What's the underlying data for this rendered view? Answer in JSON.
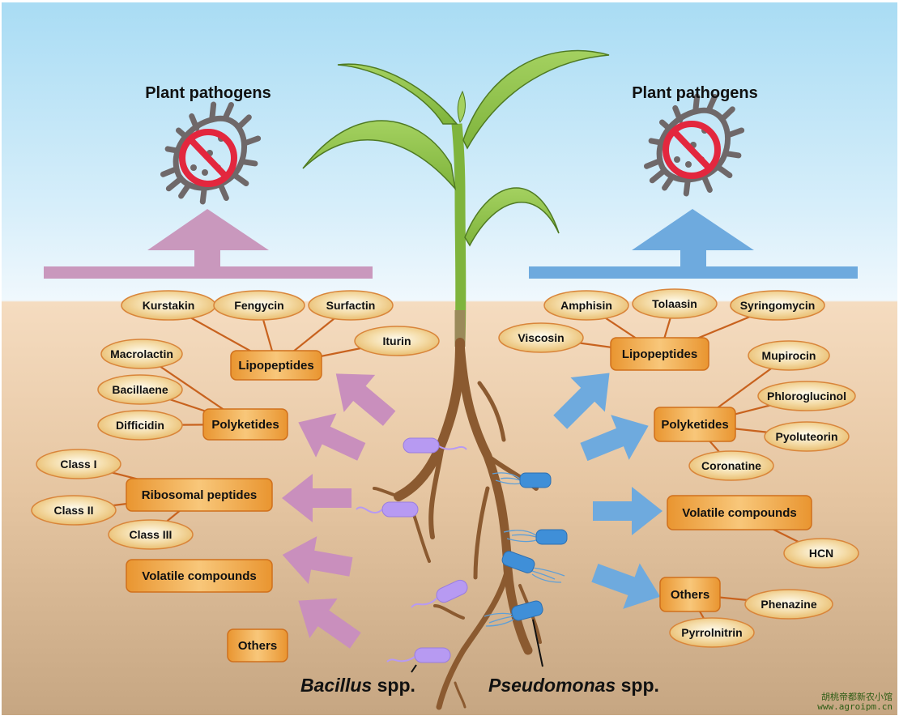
{
  "colors": {
    "bacillus_arrow": "#c98fbd",
    "pseudomonas_arrow": "#6eaade",
    "bacillus_cell": "#b79af2",
    "pseudomonas_cell": "#3f8fd8",
    "category_box": "#f0a040",
    "leaf_ellipse": "#f3d9a0",
    "connector": "#c8621e",
    "pathogen": "#6f6869",
    "prohibit": "#e3273e",
    "root": "#8b5a30",
    "stem": "#8cc04a"
  },
  "left": {
    "title": "Plant pathogens",
    "species_genus": "Bacillus",
    "species_suffix": " spp.",
    "categories": [
      {
        "label": "Lipopeptides",
        "members": [
          "Kurstakin",
          "Fengycin",
          "Surfactin",
          "Iturin"
        ]
      },
      {
        "label": "Polyketides",
        "members": [
          "Macrolactin",
          "Bacillaene",
          "Difficidin"
        ]
      },
      {
        "label": "Ribosomal peptides",
        "members": [
          "Class I",
          "Class II",
          "Class III"
        ]
      },
      {
        "label": "Volatile compounds",
        "members": []
      },
      {
        "label": "Others",
        "members": []
      }
    ]
  },
  "right": {
    "title": "Plant pathogens",
    "species_genus": "Pseudomonas",
    "species_suffix": " spp.",
    "categories": [
      {
        "label": "Lipopeptides",
        "members": [
          "Amphisin",
          "Tolaasin",
          "Syringomycin",
          "Viscosin"
        ]
      },
      {
        "label": "Polyketides",
        "members": [
          "Mupirocin",
          "Phloroglucinol",
          "Pyoluteorin",
          "Coronatine"
        ]
      },
      {
        "label": "Volatile compounds",
        "members": [
          "HCN"
        ]
      },
      {
        "label": "Others",
        "members": [
          "Phenazine",
          "Pyrrolnitrin"
        ]
      }
    ]
  },
  "watermark": {
    "line1": "胡桃帝都新农小馆",
    "line2": "www.agroipm.cn"
  }
}
